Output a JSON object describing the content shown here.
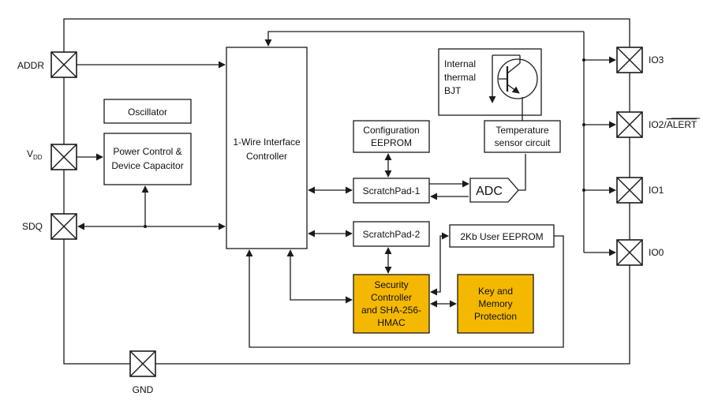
{
  "colors": {
    "line": "#1a1a1a",
    "highlight_block": "#f5b800",
    "background": "#ffffff"
  },
  "pins": {
    "addr": "ADDR",
    "vdd_main": "V",
    "vdd_sub": "DD",
    "sdq": "SDQ",
    "gnd": "GND",
    "io3": "IO3",
    "io2_prefix": "IO2/",
    "io2_overline": "ALERT",
    "io1": "IO1",
    "io0": "IO0"
  },
  "blocks": {
    "oscillator": "Oscillator",
    "power_control": [
      "Power Control &",
      "Device Capacitor"
    ],
    "interface_controller": [
      "1-Wire Interface",
      "Controller"
    ],
    "config_eeprom": [
      "Configuration",
      "EEPROM"
    ],
    "scratchpad1": "ScratchPad-1",
    "scratchpad2": "ScratchPad-2",
    "adc": "ADC",
    "internal_bjt": [
      "Internal",
      "thermal",
      "BJT"
    ],
    "temp_sensor": [
      "Temperature",
      "sensor circuit"
    ],
    "user_eeprom": "2Kb User EEPROM",
    "security_controller": [
      "Security",
      "Controller",
      "and SHA-256-",
      "HMAC"
    ],
    "key_memory": [
      "Key and",
      "Memory",
      "Protection"
    ]
  }
}
